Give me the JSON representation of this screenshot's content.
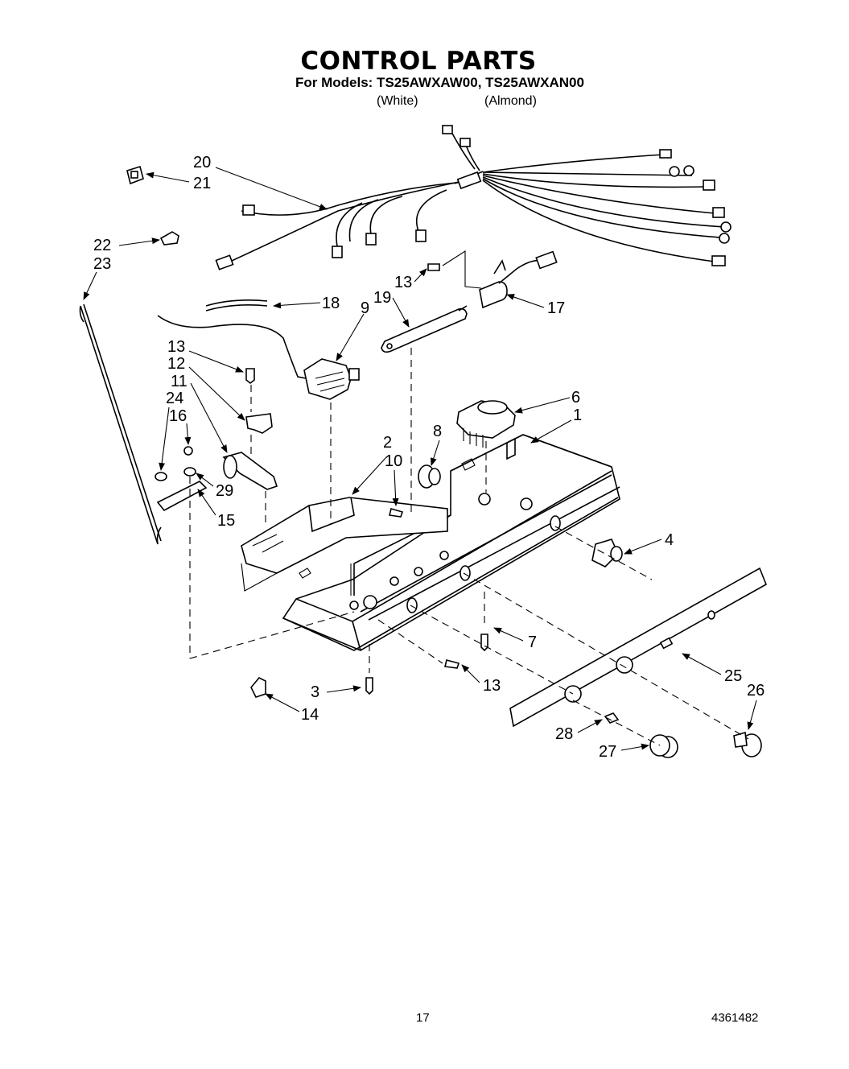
{
  "header": {
    "title": "CONTROL PARTS",
    "models_line": "For Models: TS25AWXAW00, TS25AWXAN00",
    "white_label": "(White)",
    "almond_label": "(Almond)"
  },
  "callouts": {
    "c1": "1",
    "c2": "2",
    "c3": "3",
    "c4": "4",
    "c6": "6",
    "c7": "7",
    "c8": "8",
    "c9": "9",
    "c10": "10",
    "c11": "11",
    "c12": "12",
    "c13a": "13",
    "c13b": "13",
    "c13c": "13",
    "c14": "14",
    "c15": "15",
    "c16": "16",
    "c17": "17",
    "c18": "18",
    "c19": "19",
    "c20": "20",
    "c21": "21",
    "c22": "22",
    "c23": "23",
    "c24": "24",
    "c25": "25",
    "c26": "26",
    "c27": "27",
    "c28": "28",
    "c29": "29"
  },
  "footer": {
    "page_number": "17",
    "document_number": "4361482"
  }
}
